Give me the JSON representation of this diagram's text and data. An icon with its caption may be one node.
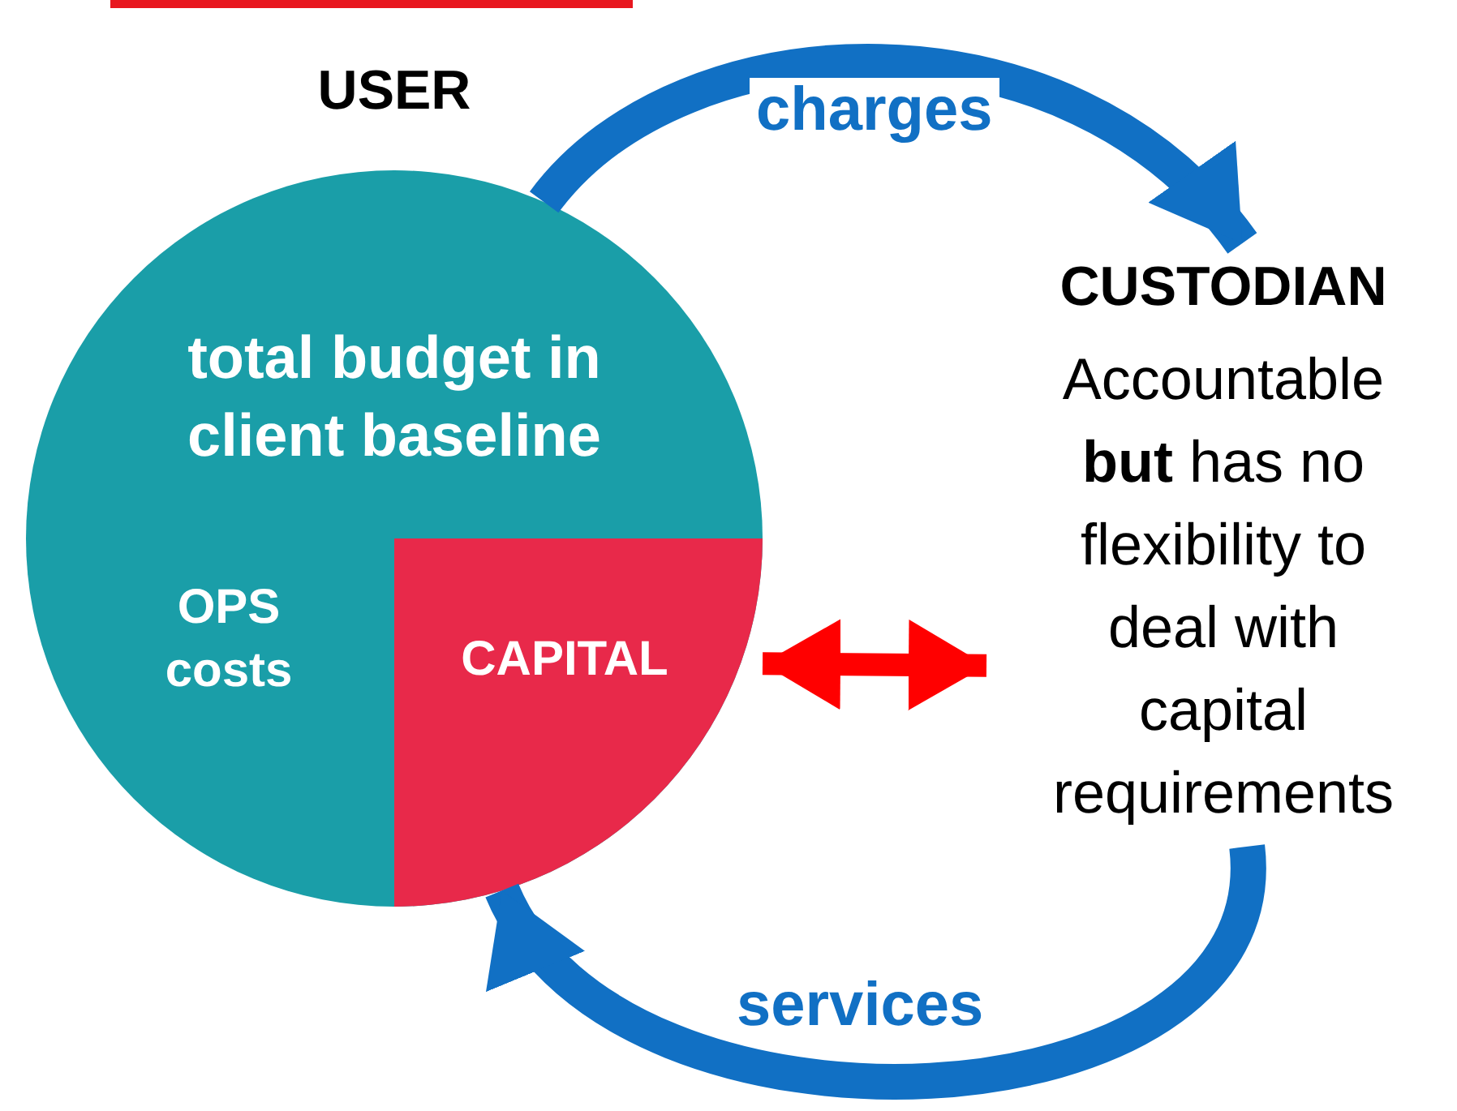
{
  "diagram": {
    "nodes": [
      {
        "text": [
          "USER",
          "total budget in client baseline"
        ]
      },
      {
        "text": [
          "OPS costs"
        ],
        "in": 0
      },
      {
        "text": [
          "CAPITAL"
        ],
        "in": 0
      },
      {
        "text": [
          "CUSTODIAN",
          "Accountable **but** has no flexibility to deal with capital requirements"
        ]
      }
    ],
    "edges": [
      {
        "from": 0,
        "to": 3,
        "arrow": "to",
        "label": "charges"
      },
      {
        "from": 3,
        "to": 2,
        "arrow": "to",
        "label": "services"
      },
      {
        "from": 2,
        "to": 3,
        "arrow": "both",
        "color": "#ff0000"
      }
    ]
  }
}
